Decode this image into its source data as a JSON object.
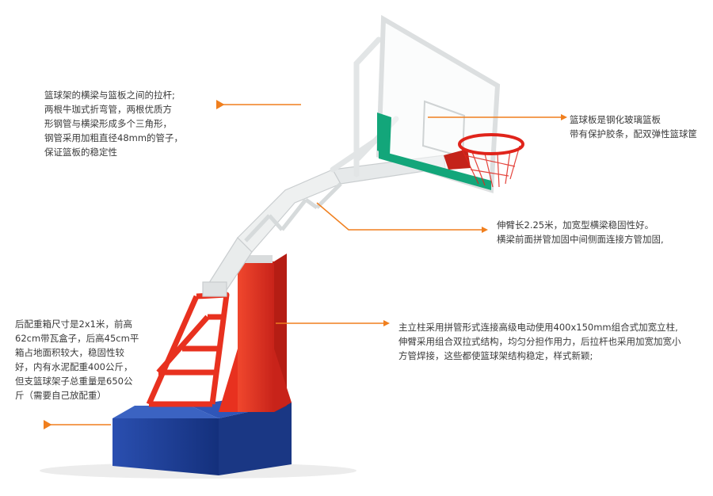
{
  "annotations": {
    "crossbeam": {
      "lines": [
        "篮球架的横梁与篮板之间的拉杆;",
        "两根牛珈式折弯管，两根优质方",
        "形钢管与横梁形成多个三角形，",
        "钢管采用加粗直径48mm的管子，",
        "保证篮板的稳定性"
      ]
    },
    "backboard": {
      "lines": [
        "篮球板是钢化玻璃篮板",
        "带有保护胶条，配双弹性篮球筐"
      ]
    },
    "arm": {
      "lines": [
        "伸臂长2.25米，加宽型横梁稳固性好。",
        "横梁前面拼管加固中间侧面连接方管加固,"
      ]
    },
    "column": {
      "lines": [
        "主立柱采用拼管形式连接高级电动使用400x150mm组合式加宽立柱,",
        "伸臂采用组合双拉式结构，均匀分担作用力，后拉杆也采用加宽加宽小",
        "方管焊接，这些都使篮球架结构稳定，样式新颖;"
      ]
    },
    "base": {
      "lines": [
        "后配重箱尺寸是2x1米，前高",
        "62cm带瓦盒子，后高45cm平",
        "箱占地面积较大，稳固性较",
        "好，内有水泥配重400公斤，",
        "但支篮球架子总重量是650公",
        "斤（需要自己放配重）"
      ]
    }
  },
  "colors": {
    "arrow": "#f07f1e",
    "frame": "#e6e9ea",
    "column": "#e8311f",
    "base": "#1f3f9a",
    "pad": "#13a67a",
    "rim": "#e0241b"
  }
}
